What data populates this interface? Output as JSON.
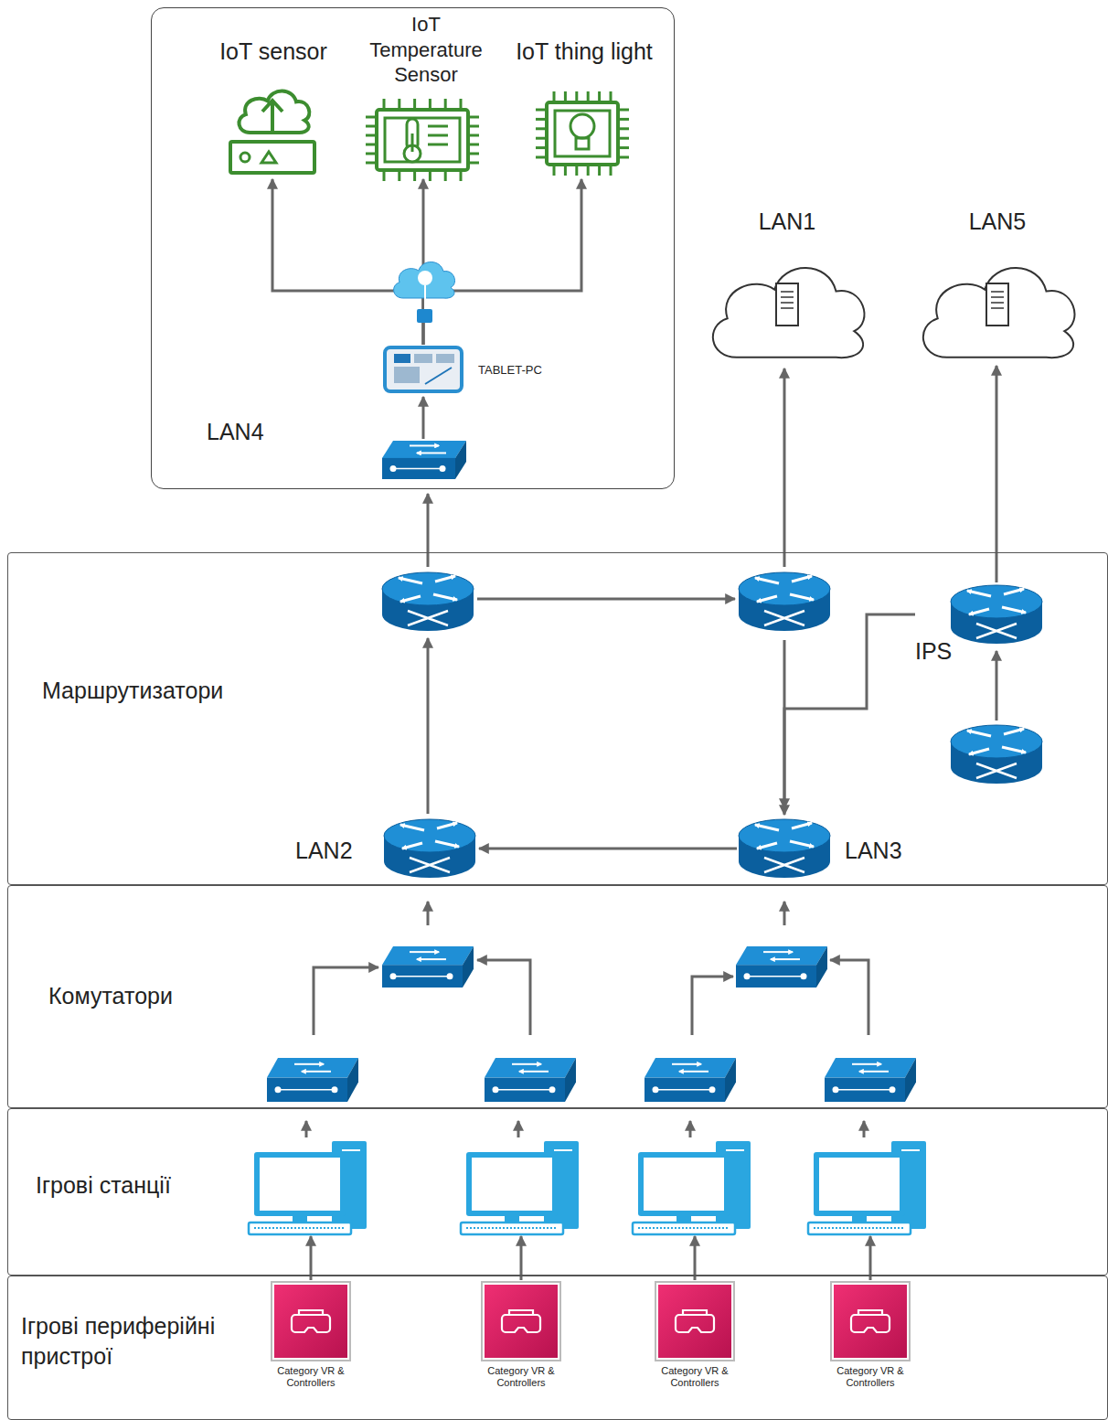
{
  "diagram": {
    "nodes": [
      {
        "text": [
          "LAN4"
        ]
      },
      {
        "text": [
          "IoT sensor"
        ],
        "in": 0
      },
      {
        "text": [
          "IoT Temperature Sensor"
        ],
        "in": 0
      },
      {
        "text": [
          "IoT thing light"
        ],
        "in": 0
      },
      {
        "text": [
          "TABLET-PC"
        ],
        "in": 0
      },
      {
        "text": [
          "LAN1"
        ]
      },
      {
        "text": [
          "LAN5"
        ]
      },
      {
        "text": [
          "Маршрутизатори"
        ]
      },
      {
        "text": [
          "LAN2"
        ],
        "in": 7
      },
      {
        "text": [
          "LAN3"
        ],
        "in": 7
      },
      {
        "text": [
          "IPS"
        ],
        "in": 7
      },
      {
        "text": [
          "Комутатори"
        ]
      },
      {
        "text": [
          "Ігрові станції"
        ]
      },
      {
        "text": [
          "Ігрові периферійні пристрої"
        ]
      }
    ],
    "edges": [
      {
        "from": 9,
        "to": 8,
        "arrow": "to"
      },
      {
        "from": 10,
        "to": 9,
        "arrow": "to"
      },
      {
        "from": 10,
        "to": 6,
        "arrow": "to"
      },
      {
        "from": 4,
        "to": 1,
        "arrow": "to"
      },
      {
        "from": 4,
        "to": 2,
        "arrow": "to"
      },
      {
        "from": 4,
        "to": 3,
        "arrow": "to"
      }
    ],
    "labels": [
      "Category VR & Controllers",
      "Category VR & Controllers",
      "Category VR & Controllers",
      "Category VR & Controllers"
    ]
  }
}
